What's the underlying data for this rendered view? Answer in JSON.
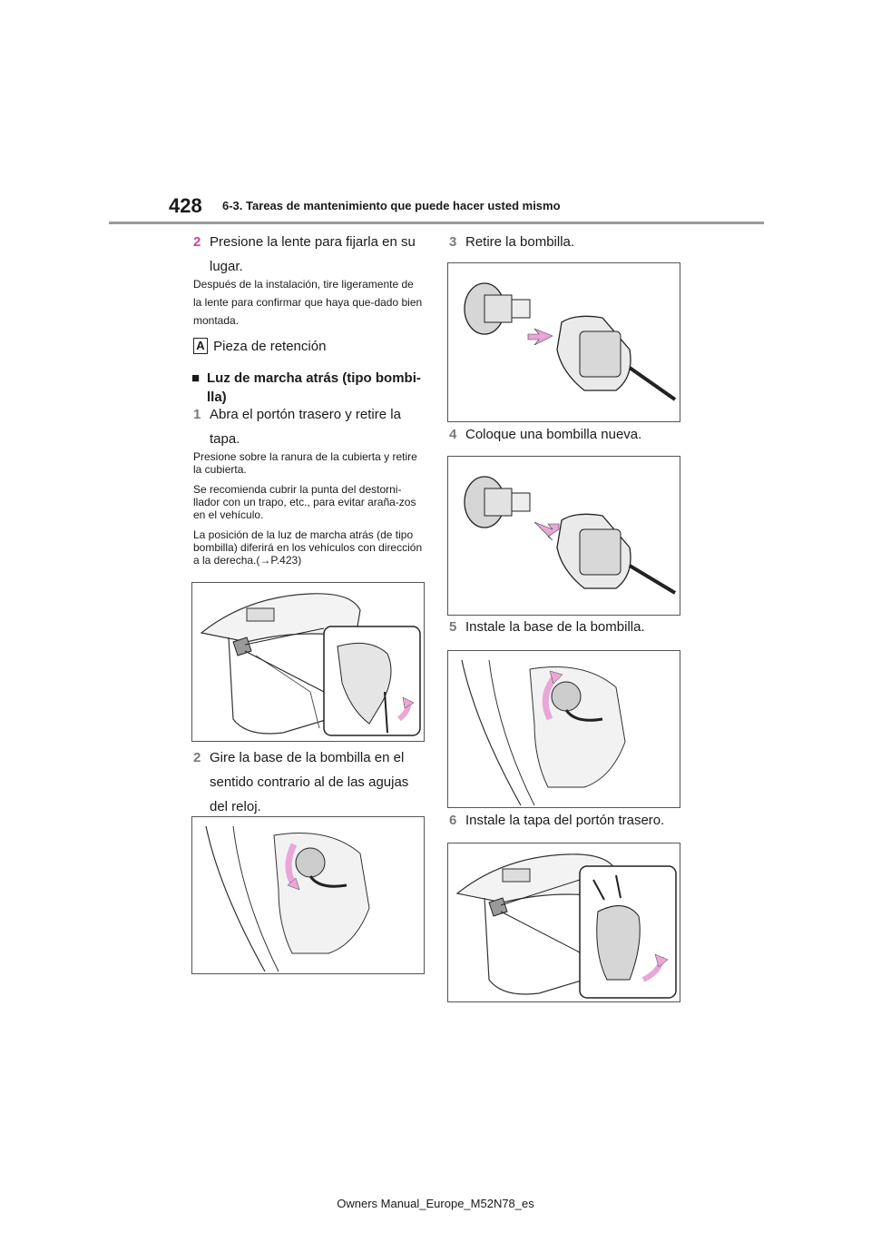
{
  "header": {
    "page_number": "428",
    "section_title": "6-3. Tareas de mantenimiento que puede hacer usted mismo"
  },
  "left": {
    "step2_press": {
      "num": "2",
      "text": "Presione la lente para fijarla en su lugar."
    },
    "after_install_note": "Después de la instalación, tire ligeramente de la lente para confirmar que haya que-dado bien montada.",
    "label_a": {
      "letter": "A",
      "text": "Pieza de retención"
    },
    "reverse_heading": {
      "bullet": "■",
      "text": "Luz de marcha atrás (tipo bombi-lla)"
    },
    "step1": {
      "num": "1",
      "text": "Abra el portón trasero y retire la tapa."
    },
    "notes": [
      "Presione sobre la ranura de la cubierta y retire la cubierta.",
      "Se recomienda cubrir la punta del destorni-llador con un trapo, etc., para evitar araña-zos en el vehículo.",
      "La posición de la luz de marcha atrás (de tipo bombilla) diferirá en los vehículos con dirección a la derecha.(→P.423)"
    ],
    "step2_turn": {
      "num": "2",
      "text": "Gire la base de la bombilla en el sentido contrario al de las agujas del reloj."
    }
  },
  "right": {
    "step3": {
      "num": "3",
      "text": "Retire la bombilla."
    },
    "step4": {
      "num": "4",
      "text": "Coloque una bombilla nueva."
    },
    "step5": {
      "num": "5",
      "text": "Instale la base de la bombilla."
    },
    "step6": {
      "num": "6",
      "text": "Instale la tapa del portón trasero."
    }
  },
  "colors": {
    "step_pink": "#c8449a",
    "step_gray": "#7a7a7a",
    "arrow_pink": "#e9a6d8"
  },
  "footer": {
    "text": "Owners Manual_Europe_M52N78_es"
  }
}
